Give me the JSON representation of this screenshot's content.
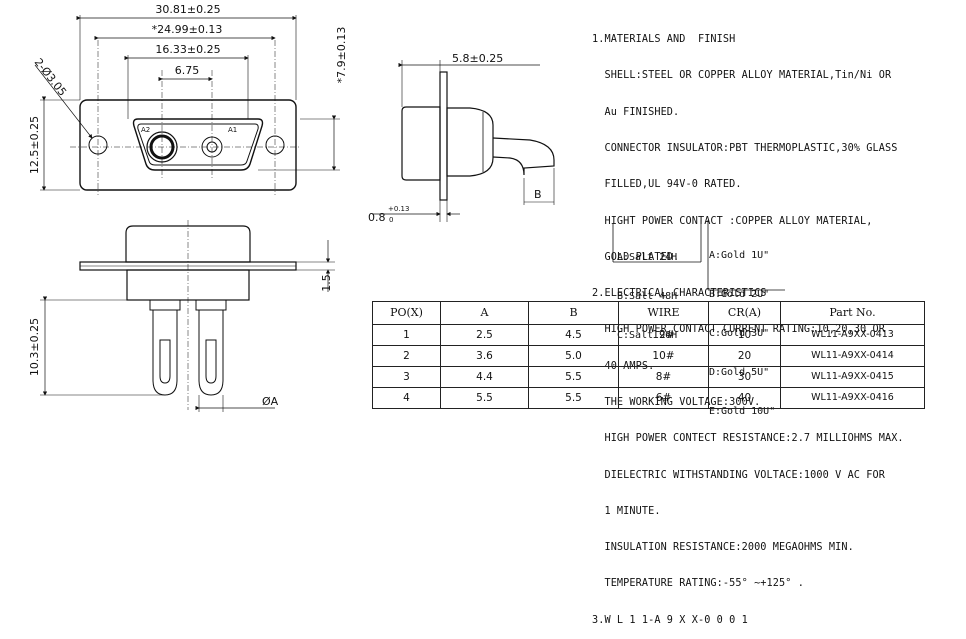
{
  "front_view": {
    "dim_overall_width": "30.81±0.25",
    "dim_mount_hole_spacing": "*24.99±0.13",
    "dim_shell_width": "16.33±0.25",
    "dim_contact_pitch": "6.75",
    "dim_hole_diameter": "2-Ø3.05",
    "dim_overall_height": "12.5±0.25",
    "dim_shell_height": "*7.9±0.13",
    "contact_a2": "A2",
    "contact_a1": "A1"
  },
  "side_view": {
    "dim_depth": "5.8±0.25",
    "dim_flange": "0.8",
    "dim_flange_tol_upper": "+0.13",
    "dim_flange_tol_lower": "0",
    "dim_b": "B"
  },
  "bottom_view": {
    "dim_flange_thickness": "1.5",
    "dim_pin_length": "10.3±0.25",
    "dim_pin_diameter": "ØA"
  },
  "notes": [
    "1.MATERIALS AND  FINISH",
    "  SHELL:STEEL OR COPPER ALLOY MATERIAL,Tin/Ni OR",
    "  Au FINISHED.",
    "  CONNECTOR INSULATOR:PBT THERMOPLASTIC,30% GLASS",
    "  FILLED,UL 94V-0 RATED.",
    "  HIGHT POWER CONTACT :COPPER ALLOY MATERIAL,",
    "  GOLD PLATED.",
    "2.ELECTRICAL CHARACTERISTICS",
    "  HIGH POWER CONTACT CURRENT RATING:10,20,30 OR",
    "  40 AMPS.",
    "  THE WORKING VOLTAGE:300V.",
    "  HIGH POWER CONTECT RESISTANCE:2.7 MILLIOHMS MAX.",
    "  DIELECTRIC WITHSTANDING VOLTACE:1000 V AC FOR",
    "  1 MINUTE.",
    "  INSULATION RESISTANCE:2000 MEGAOHMS MIN.",
    "  TEMPERATURE RATING:-55° ~+125° .",
    "3.W L 1 1-A 9 X X-0 0 0 1"
  ],
  "salt_options": [
    "A:Salt 24H",
    "B:Salt 48H",
    "C:Salt 96H"
  ],
  "gold_options": [
    "A:Gold 1U\"",
    "B:Gold 2U\"",
    "C:Gold 3U\"",
    "D:Gold 5U\"",
    "E:Gold 10U\""
  ],
  "table": {
    "headers": [
      "PO(X)",
      "A",
      "B",
      "WIRE",
      "CR(A)",
      "Part  No."
    ],
    "rows": [
      [
        "1",
        "2.5",
        "4.5",
        "12#",
        "10",
        "WL11-A9XX-0413"
      ],
      [
        "2",
        "3.6",
        "5.0",
        "10#",
        "20",
        "WL11-A9XX-0414"
      ],
      [
        "3",
        "4.4",
        "5.5",
        "8#",
        "30",
        "WL11-A9XX-0415"
      ],
      [
        "4",
        "5.5",
        "5.5",
        "6#",
        "40",
        "WL11-A9XX-0416"
      ]
    ]
  }
}
